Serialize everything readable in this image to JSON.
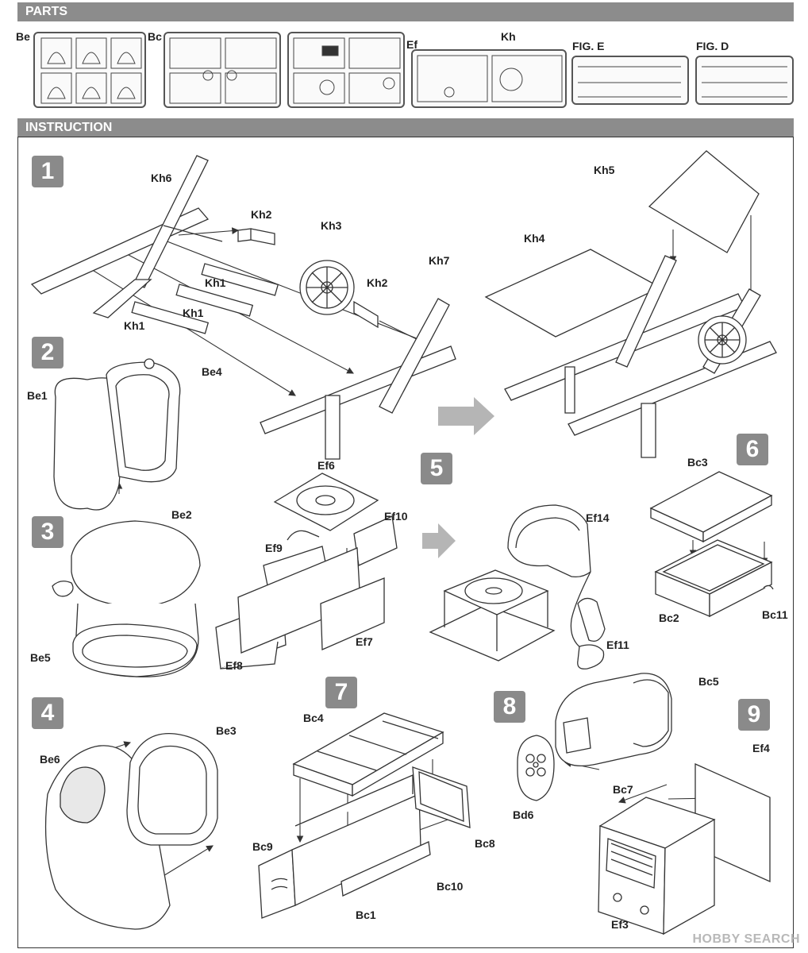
{
  "parts_section": {
    "title": "PARTS",
    "sprues": [
      {
        "label": "Be"
      },
      {
        "label": "Bc"
      },
      {
        "label": "Ef"
      },
      {
        "label": "Kh"
      },
      {
        "label": "FIG. E"
      },
      {
        "label": "FIG. D"
      }
    ]
  },
  "instruction_section": {
    "title": "INSTRUCTION",
    "steps": [
      "1",
      "2",
      "3",
      "4",
      "5",
      "6",
      "7",
      "8",
      "9"
    ]
  },
  "labels": {
    "kh6": "Kh6",
    "kh2a": "Kh2",
    "kh3": "Kh3",
    "kh2b": "Kh2",
    "kh7": "Kh7",
    "kh1a": "Kh1",
    "kh1b": "Kh1",
    "kh1c": "Kh1",
    "kh5": "Kh5",
    "kh4": "Kh4",
    "be4": "Be4",
    "be1": "Be1",
    "be2": "Be2",
    "be5": "Be5",
    "be3": "Be3",
    "be6": "Be6",
    "ef6": "Ef6",
    "ef10": "Ef10",
    "ef9": "Ef9",
    "ef7": "Ef7",
    "ef8": "Ef8",
    "ef14": "Ef14",
    "ef11": "Ef11",
    "bc3": "Bc3",
    "bc2": "Bc2",
    "bc11": "Bc11",
    "bc4": "Bc4",
    "bc9": "Bc9",
    "bc8": "Bc8",
    "bc10": "Bc10",
    "bc1": "Bc1",
    "bc5": "Bc5",
    "bc7": "Bc7",
    "bd6": "Bd6",
    "ef4": "Ef4",
    "ef3": "Ef3"
  },
  "watermark": "HOBBY SEARCH",
  "colors": {
    "bar": "#8c8c8c",
    "step_box": "#8a8a8a",
    "line": "#333333",
    "arrow_big": "#b5b5b5"
  }
}
